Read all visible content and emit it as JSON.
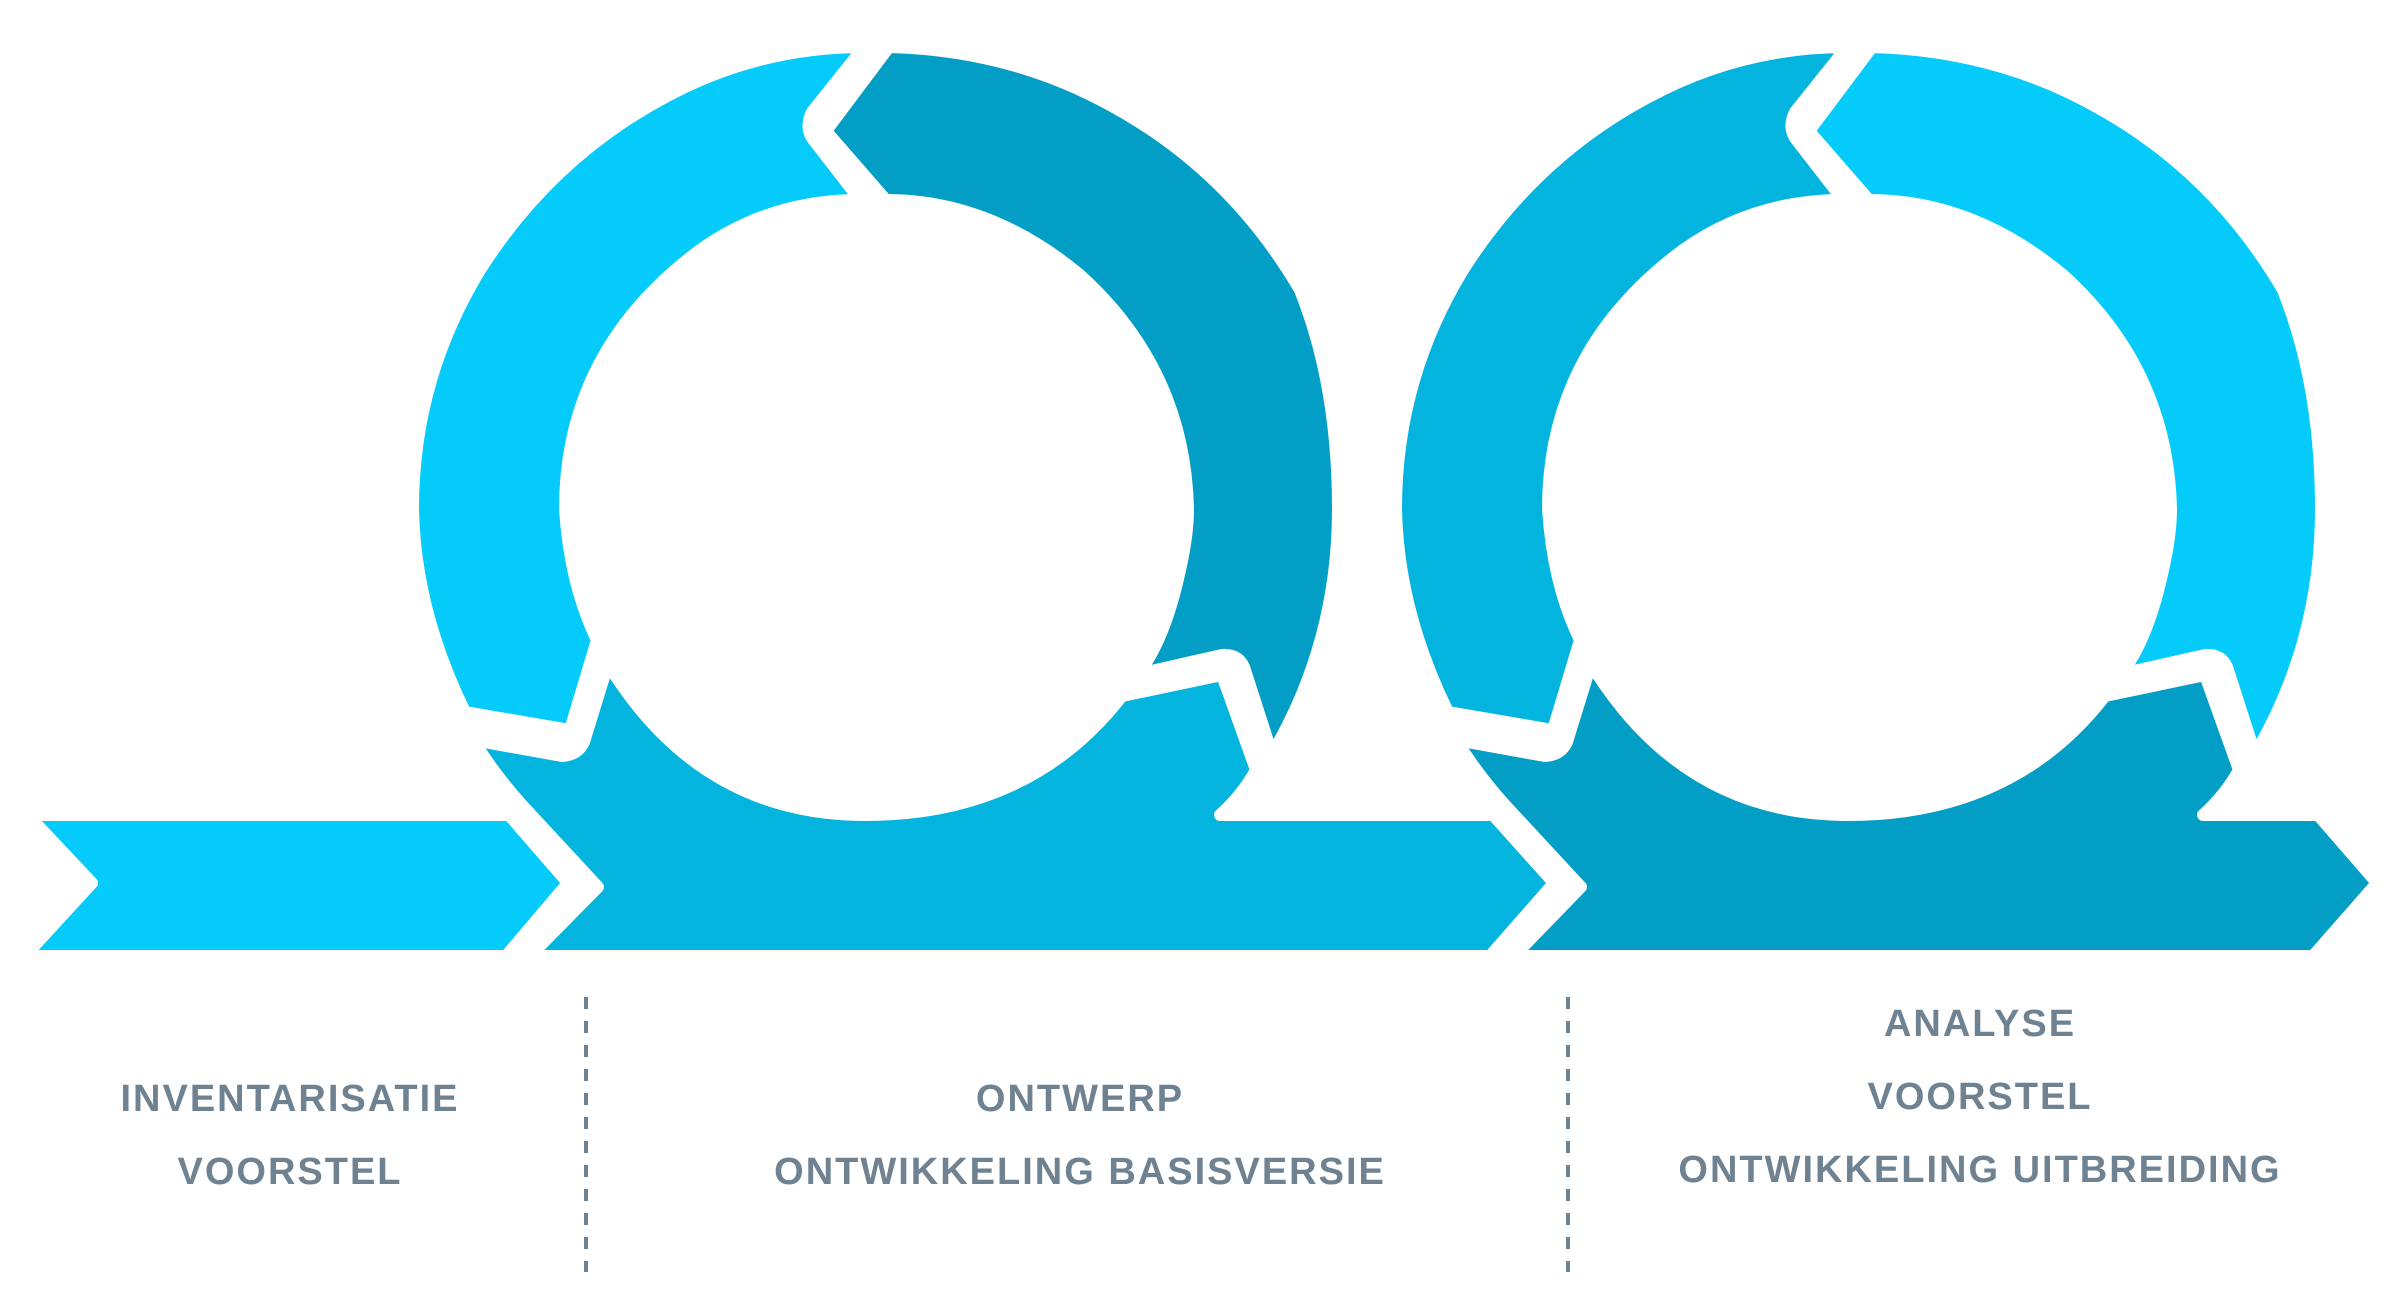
{
  "colors": {
    "light": "#04cbfa",
    "medium": "#02b4de",
    "dark": "#029ec6",
    "text": "#6f8291",
    "divider": "#6f8291",
    "background": "#ffffff"
  },
  "phases": [
    {
      "name": "phase-1",
      "color_key": "light",
      "lines": [
        "INVENTARISATIE",
        "VOORSTEL"
      ]
    },
    {
      "name": "phase-2",
      "color_key": "medium",
      "lines": [
        "ONTWERP",
        "ONTWIKKELING BASISVERSIE"
      ]
    },
    {
      "name": "phase-3",
      "color_key": "dark",
      "lines": [
        "ANALYSE",
        "VOORSTEL",
        "ONTWIKKELING UITBREIDING"
      ]
    }
  ],
  "cycles": [
    {
      "name": "cycle-1",
      "left_arc_color": "light",
      "right_arc_color": "dark",
      "bottom_arc_color": "medium"
    },
    {
      "name": "cycle-2",
      "left_arc_color": "medium",
      "right_arc_color": "light",
      "bottom_arc_color": "dark"
    }
  ]
}
